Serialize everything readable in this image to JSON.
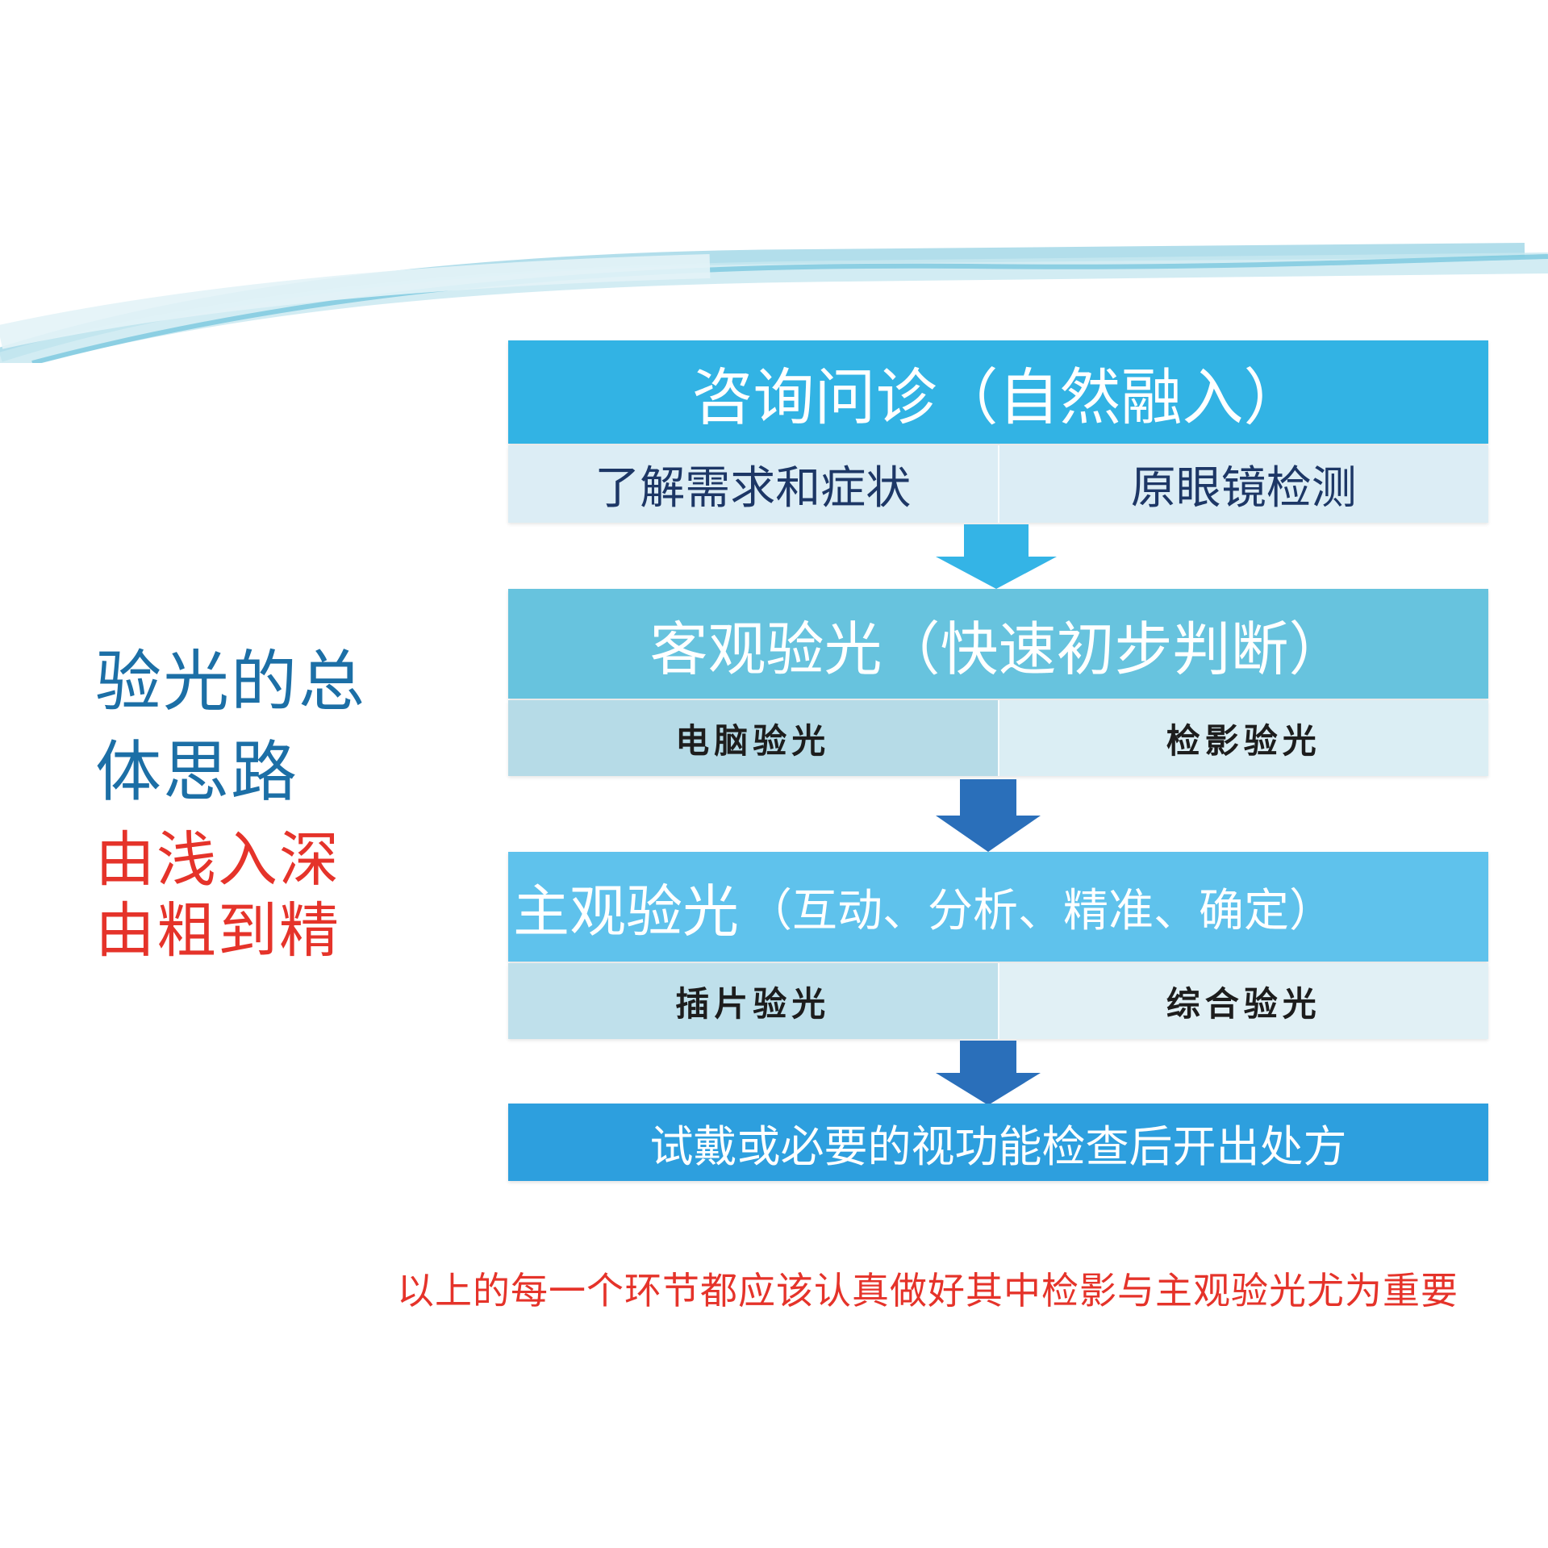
{
  "left_panel": {
    "title_line1": "验光的总",
    "title_line2": "体思路",
    "tagline_line1": "由浅入深",
    "tagline_line2": "由粗到精"
  },
  "stages": [
    {
      "title": "咨询问诊（自然融入）",
      "items": [
        "了解需求和症状",
        "原眼镜检测"
      ]
    },
    {
      "title": "客观验光（快速初步判断）",
      "items": [
        "电脑验光",
        "检影验光"
      ]
    },
    {
      "title_main": "主观验光",
      "title_paren": "（互动、分析、精准、确定）",
      "items": [
        "插片验光",
        "综合验光"
      ]
    },
    {
      "title": "试戴或必要的视功能检查后开出处方"
    }
  ],
  "footnote": "以上的每一个环节都应该认真做好其中检影与主观验光尤为重要",
  "colors": {
    "stage1_head": "#32b3e4",
    "stage2_head": "#67c3de",
    "stage3_head": "#5fc2ec",
    "final_bar": "#2d9fde",
    "arrow_light": "#34b4e6",
    "arrow_dark": "#2a6fba",
    "title_blue": "#1c6fa6",
    "accent_red": "#e5332a"
  }
}
